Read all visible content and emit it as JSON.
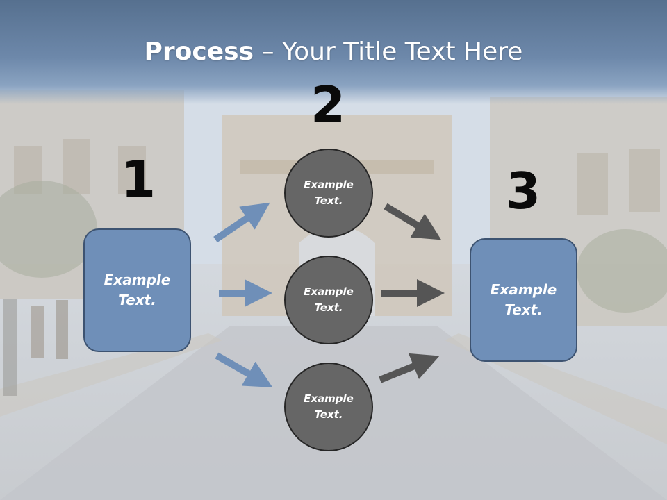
{
  "slide": {
    "title_bold": "Process",
    "title_rest": " – Your Title Text Here"
  },
  "steps": {
    "step1": {
      "number": "1",
      "text": "Example Text."
    },
    "step2": {
      "number": "2"
    },
    "step3": {
      "number": "3",
      "text": "Example Text."
    }
  },
  "circles": [
    {
      "text": "Example Text."
    },
    {
      "text": "Example Text."
    },
    {
      "text": "Example Text."
    }
  ],
  "colors": {
    "header": "#56708f",
    "box_fill": "#6f8fb8",
    "circle_fill": "#666666",
    "arrow_blue": "#6f8fb8",
    "arrow_gray": "#555555"
  }
}
